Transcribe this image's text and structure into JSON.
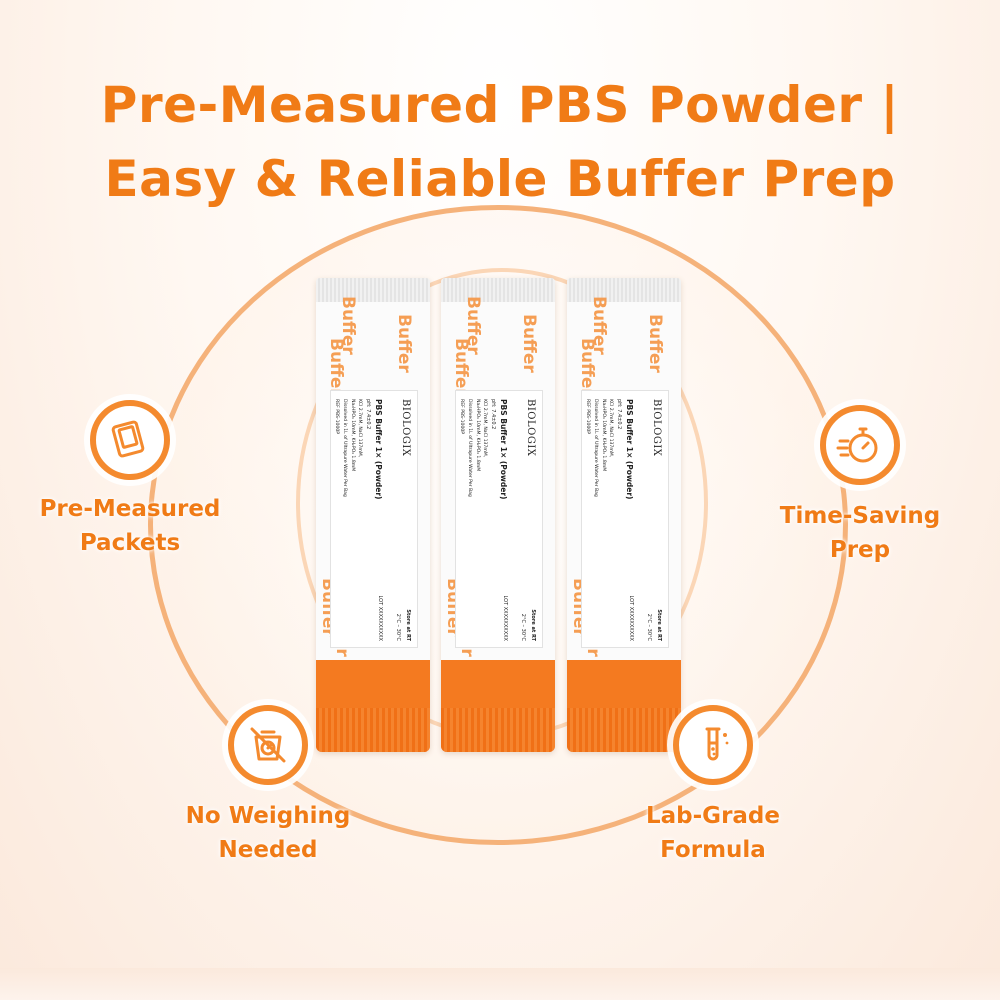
{
  "headline": {
    "line1": "Pre-Measured PBS Powder |",
    "line2": "Easy & Reliable Buffer Prep"
  },
  "features": [
    {
      "icon": "packet-icon",
      "line1": "Pre-Measured",
      "line2": "Packets"
    },
    {
      "icon": "stopwatch-icon",
      "line1": "Time-Saving",
      "line2": "Prep"
    },
    {
      "icon": "no-scale-icon",
      "line1": "No Weighing",
      "line2": "Needed"
    },
    {
      "icon": "test-tube-icon",
      "line1": "Lab-Grade",
      "line2": "Formula"
    }
  ],
  "packet": {
    "watermark": "Buffer",
    "brand": "BIOLOGIX",
    "product": "PBS Buffer 1× (Powder)",
    "ph": "pH: 7.4±0.2",
    "composition1": "KCl 2.7mM, NaCl 137mM,",
    "composition2": "Na₂HPO₄ 10mM, KH₂PO₄ 1.8mM",
    "dissolve": "Dissolved in 1L of Ultrapure Water Per Bag",
    "ref": "REF  PBS-1000P",
    "lot": "LOT  XXXXXXXXXX",
    "store": "Store at RT",
    "temp": "2°C – 30°C"
  },
  "colors": {
    "accent": "#f07b16",
    "packet_orange": "#f47a20",
    "ring": "#f5b27a"
  }
}
